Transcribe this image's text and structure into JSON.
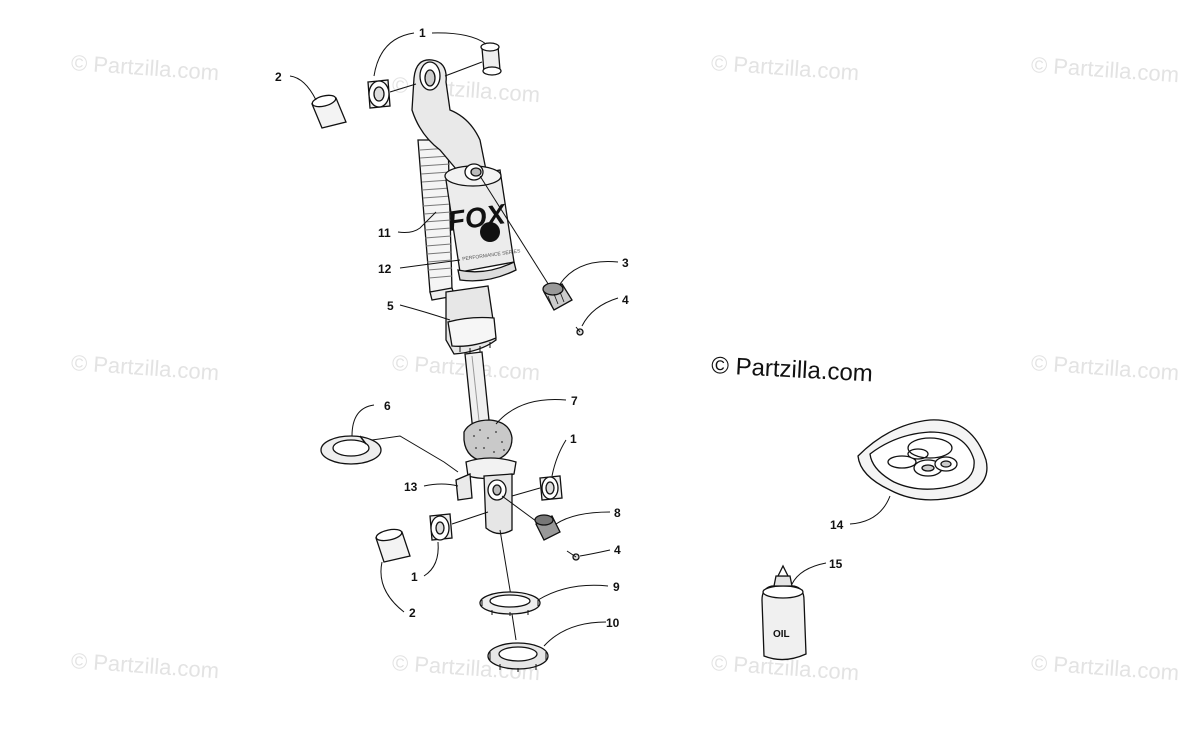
{
  "watermark": {
    "text": "© Partzilla.com",
    "main_text": "© Partzilla.com"
  },
  "callouts": {
    "c1_top": "1",
    "c2_top": "2",
    "c3": "3",
    "c4_top": "4",
    "c11": "11",
    "c12": "12",
    "c5": "5",
    "c6": "6",
    "c7": "7",
    "c1_mid": "1",
    "c13": "13",
    "c8": "8",
    "c4_bot": "4",
    "c1_low": "1",
    "c2_low": "2",
    "c9": "9",
    "c10": "10",
    "c14": "14",
    "c15": "15"
  },
  "labels": {
    "shock_logo": "FOX",
    "bottle_label": "OIL"
  },
  "colors": {
    "line": "#111111",
    "watermark": "#e3e3e3",
    "background": "#ffffff"
  }
}
